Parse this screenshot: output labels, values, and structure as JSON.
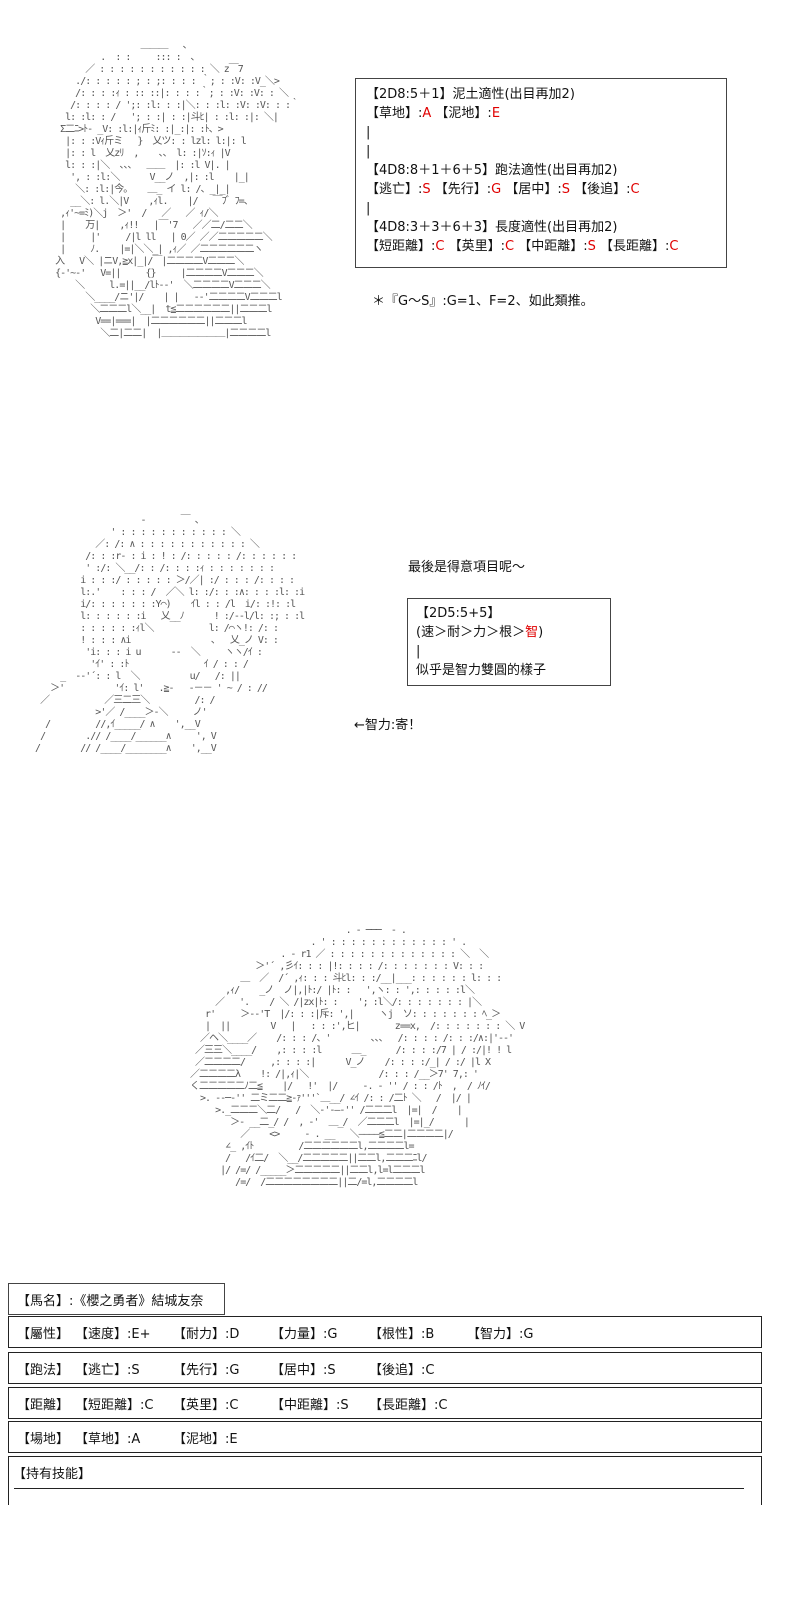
{
  "aptitude_box": {
    "lines": [
      {
        "parts": [
          {
            "t": "【2D8:5＋1】泥土適性(出目再加2)"
          }
        ]
      },
      {
        "parts": [
          {
            "t": "【草地】:"
          },
          {
            "t": "A",
            "red": true
          },
          {
            "t": " 【泥地】:"
          },
          {
            "t": "E",
            "red": true
          }
        ]
      },
      {
        "parts": [
          {
            "t": "|"
          }
        ]
      },
      {
        "parts": [
          {
            "t": "|"
          }
        ]
      },
      {
        "parts": [
          {
            "t": "【4D8:8＋1＋6＋5】跑法適性(出目再加2)"
          }
        ]
      },
      {
        "parts": [
          {
            "t": "【逃亡】:"
          },
          {
            "t": "S",
            "red": true
          },
          {
            "t": " 【先行】:"
          },
          {
            "t": "G",
            "red": true
          },
          {
            "t": " 【居中】:"
          },
          {
            "t": "S",
            "red": true
          },
          {
            "t": " 【後追】:"
          },
          {
            "t": "C",
            "red": true
          }
        ]
      },
      {
        "parts": [
          {
            "t": "|"
          }
        ]
      },
      {
        "parts": [
          {
            "t": "【4D8:3＋3＋6＋3】長度適性(出目再加2)"
          }
        ]
      },
      {
        "parts": [
          {
            "t": "【短距離】:"
          },
          {
            "t": "C",
            "red": true
          },
          {
            "t": " 【英里】:"
          },
          {
            "t": "C",
            "red": true
          },
          {
            "t": " 【中距離】:"
          },
          {
            "t": "S",
            "red": true
          },
          {
            "t": " 【長距離】:"
          },
          {
            "t": "C",
            "red": true
          }
        ]
      }
    ]
  },
  "note_g_s": "＊『G～S』:G=1、F=2、如此類推。",
  "final_item_label": "最後是得意項目呢～",
  "intel_box": {
    "line1": "【2D5:5+5】",
    "line2_prefix": "(速＞耐＞力＞根＞",
    "line2_red": "智",
    "line2_suffix": ")",
    "line3": "|",
    "line4": "似乎是智力雙圓的樣子"
  },
  "intel_arrow": "←智力:寄！",
  "sheet": {
    "name": "【馬名】:《櫻之勇者》結城友奈",
    "attr_label": "【屬性】",
    "attrs": [
      "【速度】:E+",
      "【耐力】:D",
      "【力量】:G",
      "【根性】:B",
      "【智力】:G"
    ],
    "style_label": "【跑法】",
    "styles": [
      "【逃亡】:S",
      "【先行】:G",
      "【居中】:S",
      "【後追】:C"
    ],
    "dist_label": "【距離】",
    "dists": [
      "【短距離】:C",
      "【英里】:C",
      "【中距離】:S",
      "【長距離】:C"
    ],
    "field_label": "【場地】",
    "fields": [
      "【草地】:A",
      "【泥地】:E"
    ],
    "skills_label": "【持有技能】"
  }
}
